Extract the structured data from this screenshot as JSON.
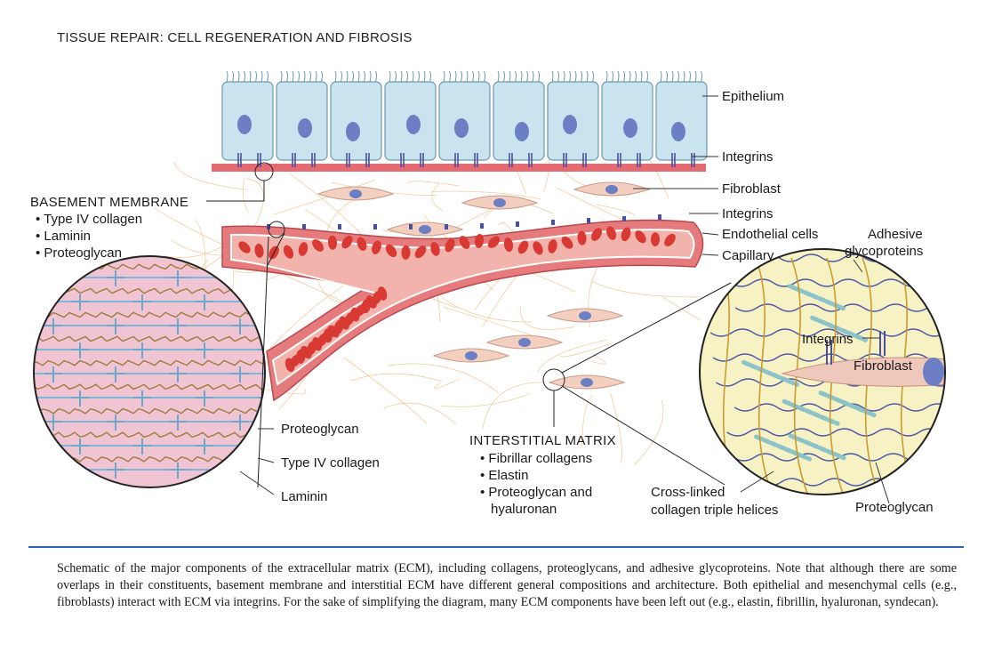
{
  "title": "TISSUE REPAIR: CELL REGENERATION AND FIBROSIS",
  "labels": {
    "epithelium": "Epithelium",
    "integrins_top": "Integrins",
    "fibroblast": "Fibroblast",
    "integrins_mid": "Integrins",
    "endothelial": "Endothelial cells",
    "capillary": "Capillary",
    "adhesive_line1": "Adhesive",
    "adhesive_line2": "glycoproteins",
    "integrins_inset": "Integrins",
    "fibroblast_inset": "Fibroblast",
    "proteoglycan_left": "Proteoglycan",
    "type4_left": "Type IV collagen",
    "laminin_left": "Laminin",
    "crosslinked_line1": "Cross-linked",
    "crosslinked_line2": "collagen triple helices",
    "proteoglycan_right": "Proteoglycan"
  },
  "basement_membrane": {
    "heading": "BASEMENT MEMBRANE",
    "items": [
      "• Type IV collagen",
      "• Laminin",
      "• Proteoglycan"
    ]
  },
  "interstitial_matrix": {
    "heading": "INTERSTITIAL MATRIX",
    "items": [
      "• Fibrillar collagens",
      "• Elastin",
      "• Proteoglycan and",
      "hyaluronan"
    ]
  },
  "caption": "Schematic of the major components of the extracellular matrix (ECM), including collagens, proteoglycans, and adhesive glycoproteins. Note that although there are some overlaps in their constituents, basement membrane and interstitial ECM have different general compositions and architecture. Both epithelial and mesenchymal cells (e.g., fibroblasts) interact with ECM via integrins. For the sake of simplifying the diagram, many ECM components have been left out (e.g., elastin, fibrillin, hyaluronan, syndecan).",
  "colors": {
    "epithelium_fill": "#c9e3ef",
    "nucleus": "#6c7fc4",
    "membrane": "#e46a72",
    "vessel_wall": "#e57b7c",
    "blood": "#f3b3ad",
    "rbc": "#d83a33",
    "fibroblast_fill": "#f3cfc0",
    "matrix_fiber": "#f0c48e",
    "basement_bg": "#f1c4d4",
    "interstitial_bg": "#f7f2c4",
    "rule": "#2f62b0"
  }
}
